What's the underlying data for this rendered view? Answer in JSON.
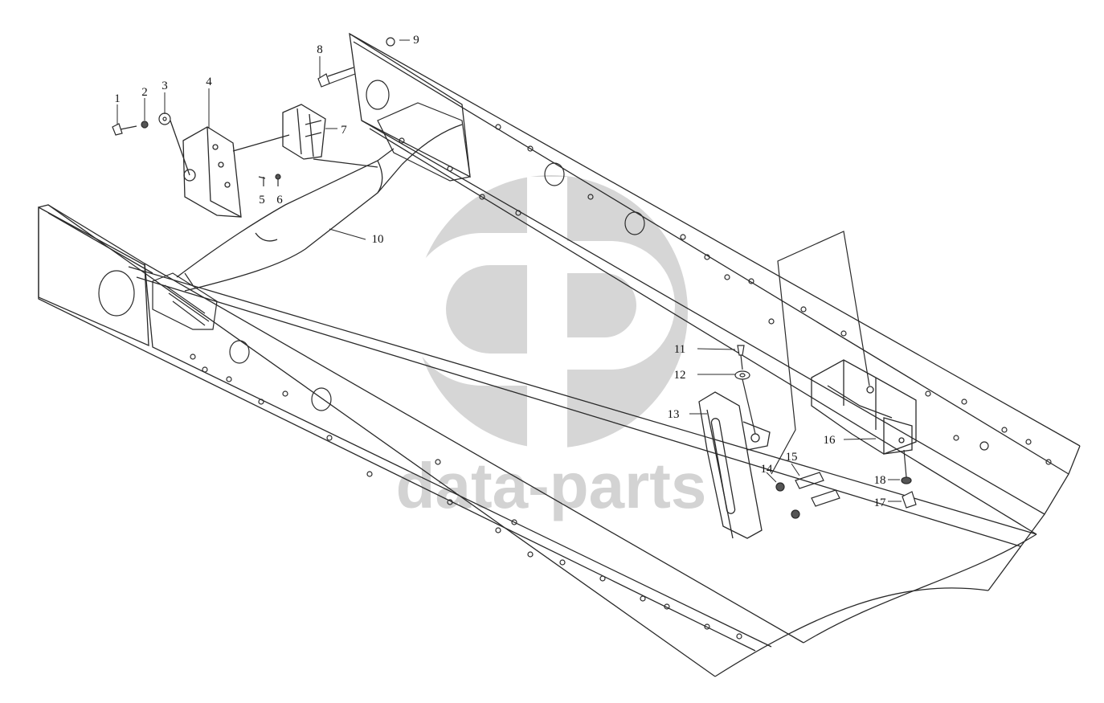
{
  "diagram": {
    "labels": [
      {
        "id": "1",
        "text": "1"
      },
      {
        "id": "2",
        "text": "2"
      },
      {
        "id": "3",
        "text": "3"
      },
      {
        "id": "4",
        "text": "4"
      },
      {
        "id": "5",
        "text": "5"
      },
      {
        "id": "6",
        "text": "6"
      },
      {
        "id": "7",
        "text": "7"
      },
      {
        "id": "8",
        "text": "8"
      },
      {
        "id": "9",
        "text": "9"
      },
      {
        "id": "10",
        "text": "10"
      },
      {
        "id": "11",
        "text": "11"
      },
      {
        "id": "12",
        "text": "12"
      },
      {
        "id": "13",
        "text": "13"
      },
      {
        "id": "14",
        "text": "14"
      },
      {
        "id": "15",
        "text": "15"
      },
      {
        "id": "16",
        "text": "16"
      },
      {
        "id": "17",
        "text": "17"
      },
      {
        "id": "18",
        "text": "18"
      }
    ]
  },
  "watermark": {
    "text": "data-parts",
    "color": "#d3d3d3"
  },
  "colors": {
    "line": "#2a2a2a",
    "paper": "#ffffff"
  }
}
